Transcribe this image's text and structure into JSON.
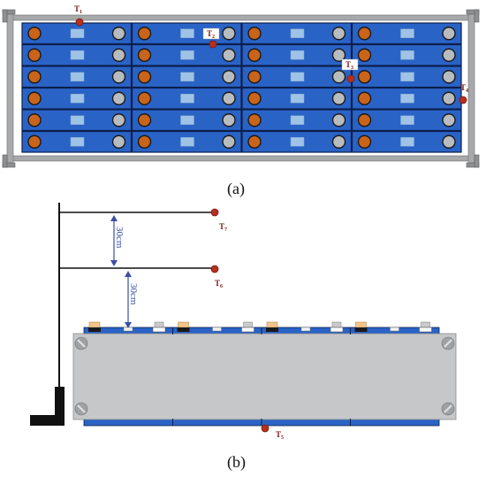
{
  "figure": {
    "panel_a": {
      "label": "(a)",
      "rows": 6,
      "cols": 4,
      "sensors": [
        {
          "name": "T",
          "sub": "1"
        },
        {
          "name": "T",
          "sub": "2"
        },
        {
          "name": "T",
          "sub": "3"
        },
        {
          "name": "T",
          "sub": "4"
        }
      ]
    },
    "panel_b": {
      "label": "(b)",
      "distance_upper": "30cm",
      "distance_lower": "30cm",
      "sensors": [
        {
          "name": "T",
          "sub": "7"
        },
        {
          "name": "T",
          "sub": "6"
        },
        {
          "name": "T",
          "sub": "5"
        }
      ]
    },
    "colors": {
      "cell_blue": "#2a63c6",
      "cell_border": "#0d1f4a",
      "terminal_orange": "#c9641a",
      "terminal_gray": "#b9bcbf",
      "sensor_red": "#b5311f",
      "frame_gray": "#a7a9ab",
      "dimension_blue": "#3a4fa3"
    }
  }
}
